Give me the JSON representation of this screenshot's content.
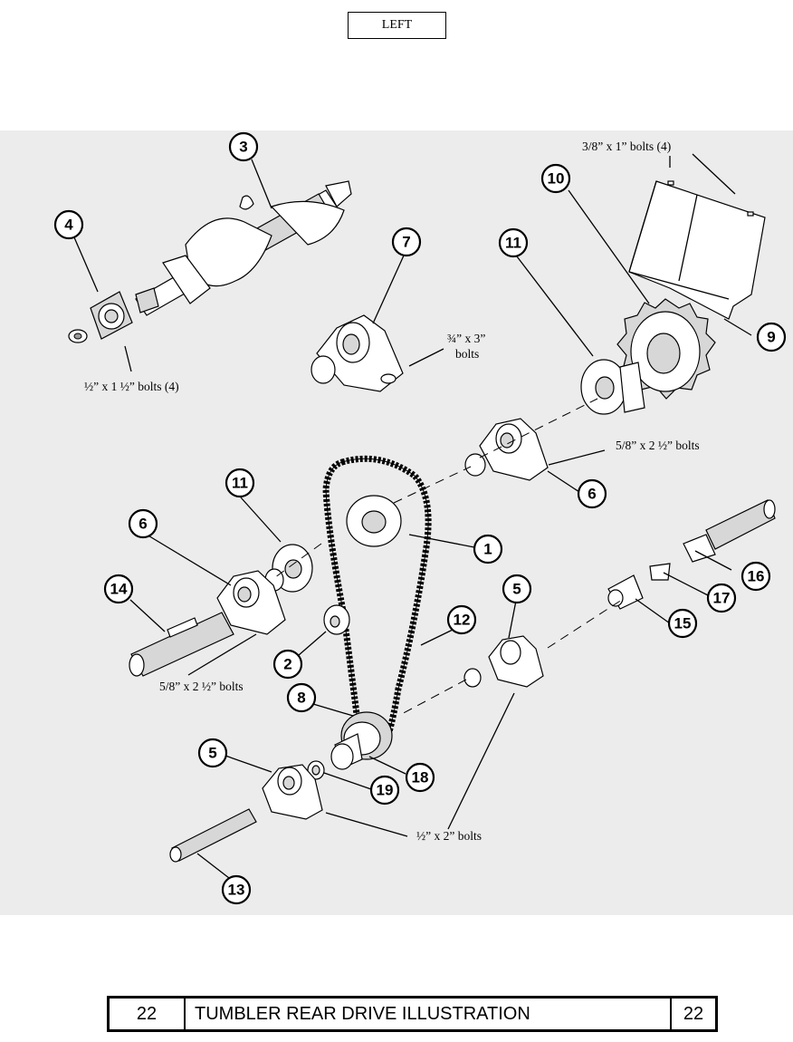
{
  "header": {
    "label": "LEFT"
  },
  "diagram": {
    "callouts": {
      "c1": "1",
      "c2": "2",
      "c3": "3",
      "c4": "4",
      "c5a": "5",
      "c5b": "5",
      "c6a": "6",
      "c6b": "6",
      "c7": "7",
      "c8": "8",
      "c9": "9",
      "c10": "10",
      "c11a": "11",
      "c11b": "11",
      "c12": "12",
      "c13": "13",
      "c14": "14",
      "c15": "15",
      "c16": "16",
      "c17": "17",
      "c18": "18",
      "c19": "19"
    },
    "notes": {
      "bolts_38x1": "3/8” x 1” bolts (4)",
      "bolts_12x112_line1": "½” x 1 ½” bolts (4)",
      "bolts_34x3_line1": "¾” x 3”",
      "bolts_34x3_line2": "bolts",
      "bolts_58x212_right": "5/8” x 2 ½” bolts",
      "bolts_58x212_left": "5/8” x 2 ½” bolts",
      "bolts_12x2": "½” x 2” bolts"
    }
  },
  "footer": {
    "left_page": "22",
    "title": "TUMBLER REAR DRIVE ILLUSTRATION",
    "right_page": "22"
  }
}
